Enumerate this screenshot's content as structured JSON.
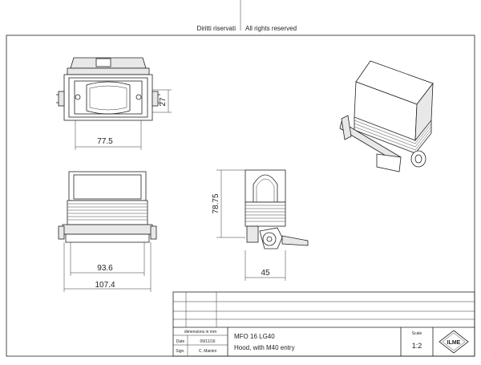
{
  "header": {
    "rights_it": "Diritti riservati",
    "rights_en": "All rights reserved"
  },
  "dimensions": {
    "top_depth": "27",
    "top_width": "77.5",
    "side_height": "78.75",
    "side_width": "45",
    "front_inner_width": "93.6",
    "front_outer_width": "107.4"
  },
  "title_block": {
    "units_note": "dimensions in mm",
    "date_label": "Date",
    "date_value": "09/11/16",
    "sign_label": "Sign.",
    "sign_value": "C. Mainini",
    "product_code": "MFO 16 LG40",
    "product_description": "Hood, with M40 entry",
    "scale_label": "Scale",
    "scale_value": "1:2",
    "logo_text": "ILME"
  }
}
